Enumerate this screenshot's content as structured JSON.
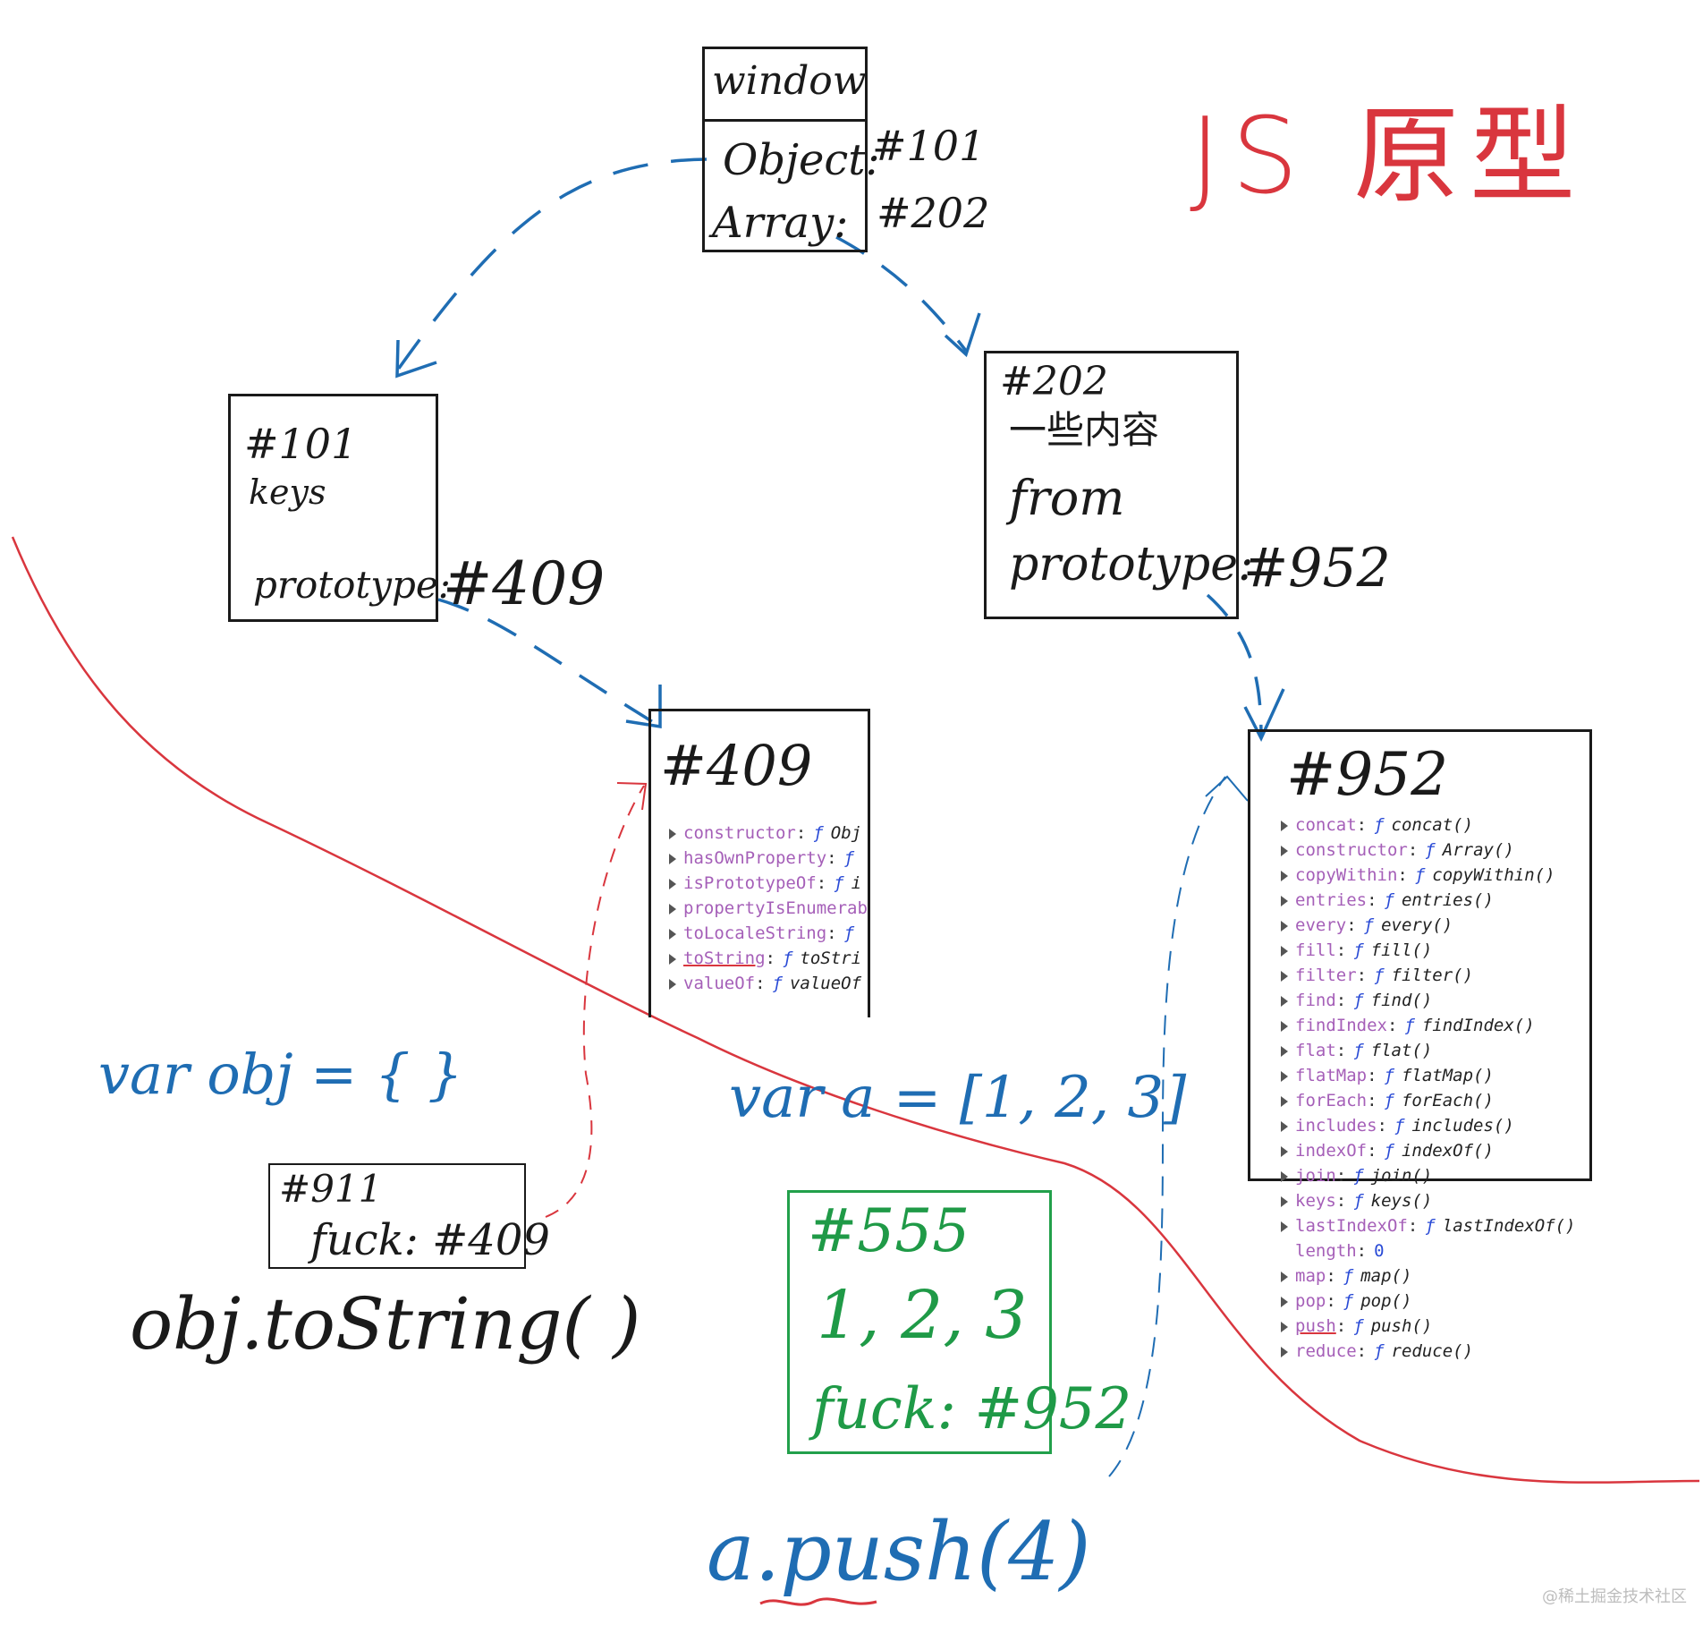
{
  "title": "JS 原型",
  "window_box": {
    "header": "window",
    "rows": [
      {
        "key": "Object:",
        "ref": "#101"
      },
      {
        "key": "Array:",
        "ref": "#202"
      }
    ]
  },
  "object_box": {
    "id": "#101",
    "line1": "keys",
    "prototype_label": "prototype:",
    "prototype_ref": "#409"
  },
  "array_box": {
    "id": "#202",
    "line1": "一些内容",
    "line2": "from",
    "prototype_label": "prototype:",
    "prototype_ref": "#952"
  },
  "object_proto": {
    "id": "#409",
    "items": [
      {
        "key": "constructor",
        "type": "ƒ",
        "value": "Obj"
      },
      {
        "key": "hasOwnProperty",
        "type": "ƒ",
        "value": ""
      },
      {
        "key": "isPrototypeOf",
        "type": "ƒ",
        "value": "i"
      },
      {
        "key": "propertyIsEnumerab",
        "type": "",
        "value": ""
      },
      {
        "key": "toLocaleString",
        "type": "ƒ",
        "value": ""
      },
      {
        "key": "toString",
        "type": "ƒ",
        "value": "toStri"
      },
      {
        "key": "valueOf",
        "type": "ƒ",
        "value": "valueOf"
      }
    ]
  },
  "array_proto": {
    "id": "#952",
    "items": [
      {
        "key": "concat",
        "type": "ƒ",
        "value": "concat()"
      },
      {
        "key": "constructor",
        "type": "ƒ",
        "value": "Array()"
      },
      {
        "key": "copyWithin",
        "type": "ƒ",
        "value": "copyWithin()"
      },
      {
        "key": "entries",
        "type": "ƒ",
        "value": "entries()"
      },
      {
        "key": "every",
        "type": "ƒ",
        "value": "every()"
      },
      {
        "key": "fill",
        "type": "ƒ",
        "value": "fill()"
      },
      {
        "key": "filter",
        "type": "ƒ",
        "value": "filter()"
      },
      {
        "key": "find",
        "type": "ƒ",
        "value": "find()"
      },
      {
        "key": "findIndex",
        "type": "ƒ",
        "value": "findIndex()"
      },
      {
        "key": "flat",
        "type": "ƒ",
        "value": "flat()"
      },
      {
        "key": "flatMap",
        "type": "ƒ",
        "value": "flatMap()"
      },
      {
        "key": "forEach",
        "type": "ƒ",
        "value": "forEach()"
      },
      {
        "key": "includes",
        "type": "ƒ",
        "value": "includes()"
      },
      {
        "key": "indexOf",
        "type": "ƒ",
        "value": "indexOf()"
      },
      {
        "key": "join",
        "type": "ƒ",
        "value": "join()"
      },
      {
        "key": "keys",
        "type": "ƒ",
        "value": "keys()"
      },
      {
        "key": "lastIndexOf",
        "type": "ƒ",
        "value": "lastIndexOf()"
      },
      {
        "key": "length",
        "type": "",
        "value": "0"
      },
      {
        "key": "map",
        "type": "ƒ",
        "value": "map()"
      },
      {
        "key": "pop",
        "type": "ƒ",
        "value": "pop()"
      },
      {
        "key": "push",
        "type": "ƒ",
        "value": "push()"
      },
      {
        "key": "reduce",
        "type": "ƒ",
        "value": "reduce()"
      }
    ]
  },
  "obj_decl": "var obj = { }",
  "obj_instance": {
    "id": "#911",
    "line": "fuck: #409"
  },
  "obj_call": "obj.toString( )",
  "arr_decl": "var a = [1, 2, 3]",
  "arr_instance": {
    "id": "#555",
    "values": "1, 2, 3",
    "line": "fuck: #952"
  },
  "arr_call": "a.push(4)",
  "watermark": "@稀土掘金技术社区",
  "colors": {
    "ink": "#1a1a1a",
    "blue": "#1f6db3",
    "red": "#d9363e",
    "green": "#1f9a47",
    "key_purple": "#a55fb8",
    "fn_blue": "#2a4bd6"
  }
}
